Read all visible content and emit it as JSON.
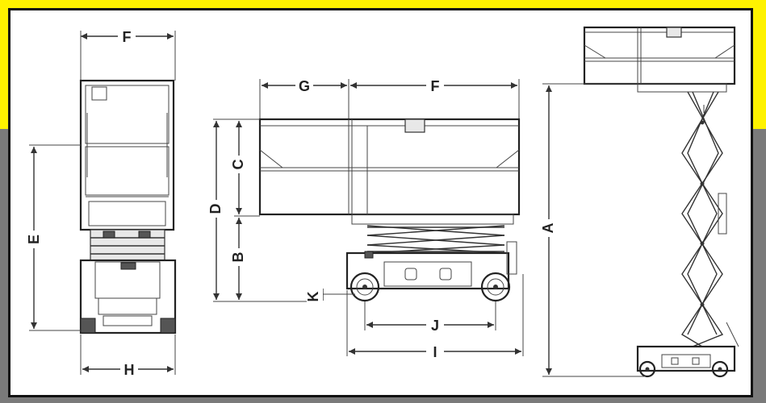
{
  "colors": {
    "header_band": "#fff200",
    "frame_border": "#111111",
    "drawing_ink": "#333333",
    "background": "#ffffff"
  },
  "dimension_labels": {
    "A": "A",
    "B": "B",
    "C": "C",
    "D": "D",
    "E": "E",
    "F": "F",
    "G": "G",
    "H": "H",
    "I": "I",
    "J": "J",
    "K": "K"
  }
}
